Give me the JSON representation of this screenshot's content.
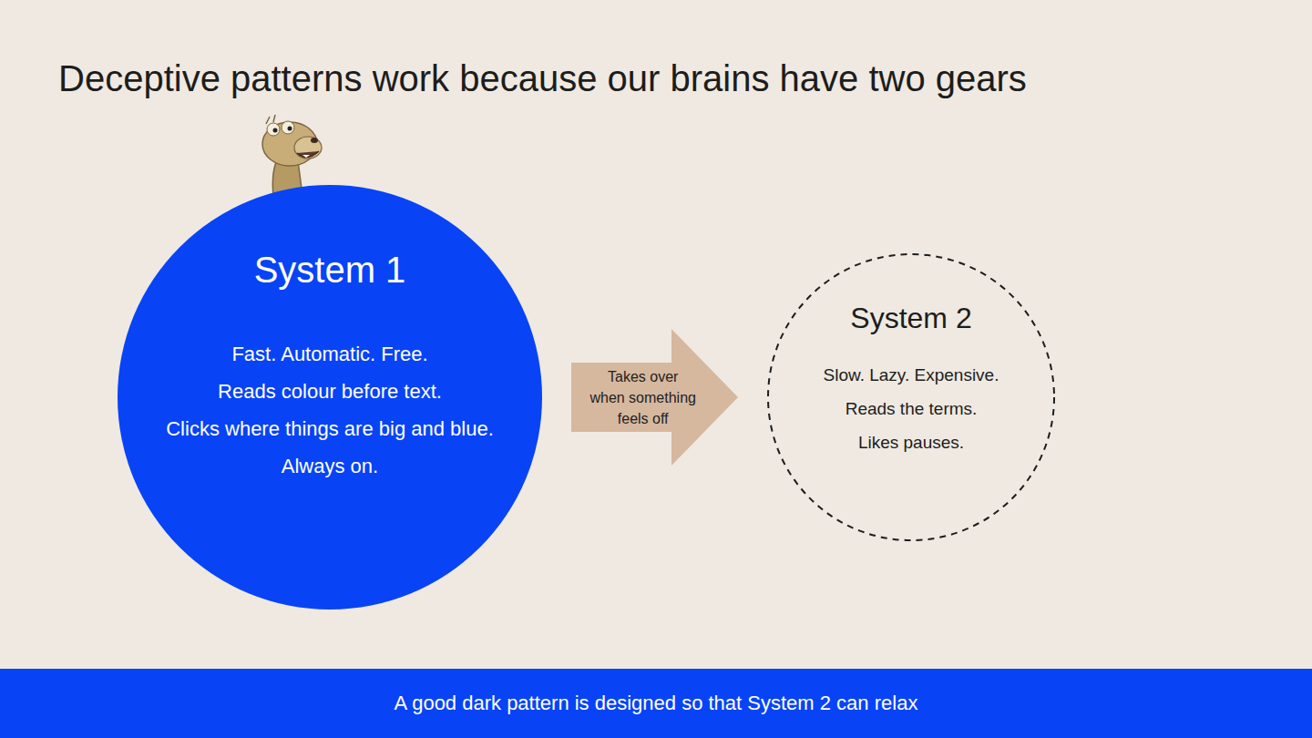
{
  "diagram": {
    "title": "Deceptive patterns work because our brains have two gears",
    "caption": "A good dark pattern is designed so that System 2 can relax",
    "nodes": [
      {
        "text": [
          "System 1",
          "Fast. Automatic. Free.",
          "Reads colour before text.",
          "Clicks where things are big and blue.",
          "Always on."
        ]
      },
      {
        "text": [
          "System 2",
          "Slow. Lazy. Expensive.",
          "Reads the terms.",
          "Likes pauses."
        ]
      }
    ],
    "edges": [
      {
        "from": 0,
        "to": 1,
        "label": "Takes over when something feels off",
        "arrow": "to"
      }
    ]
  }
}
